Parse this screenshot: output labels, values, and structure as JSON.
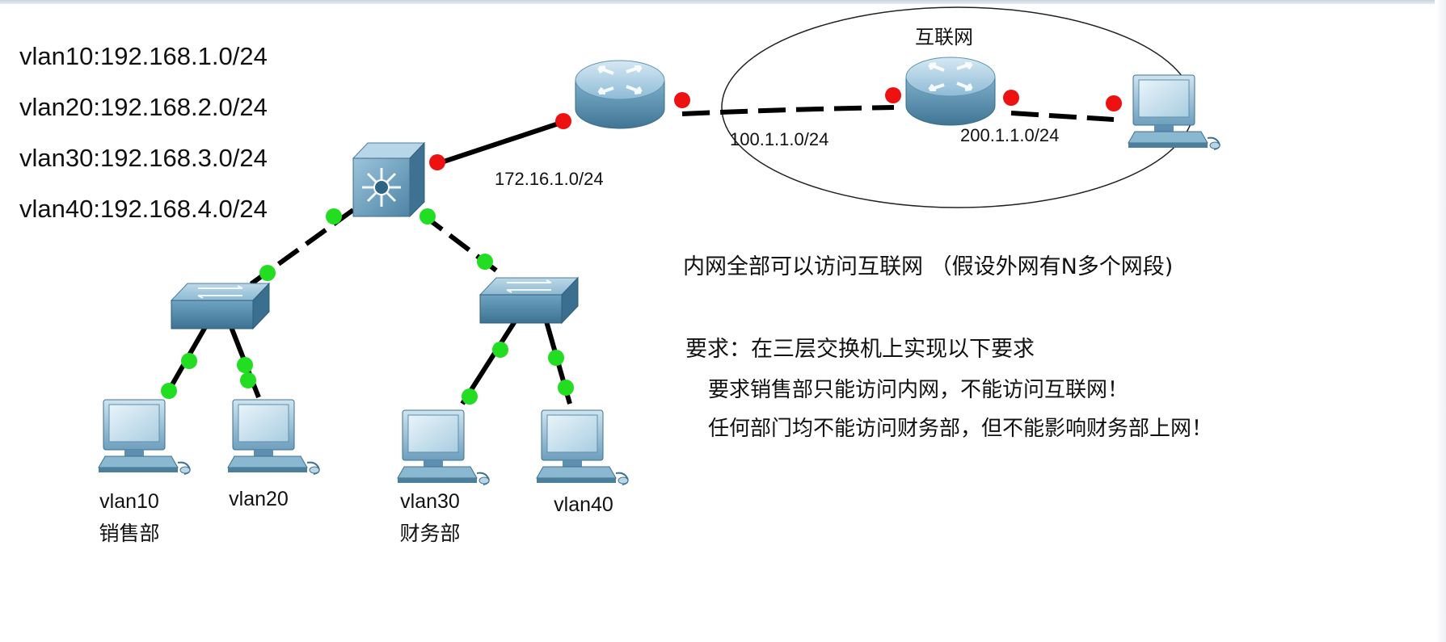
{
  "subnets": [
    "vlan10:192.168.1.0/24",
    "vlan20:192.168.2.0/24",
    "vlan30:192.168.3.0/24",
    "vlan40:192.168.4.0/24"
  ],
  "cloud_label": "互联网",
  "networks": {
    "core_link": "172.16.1.0/24",
    "isp_link": "100.1.1.0/24",
    "remote_link": "200.1.1.0/24"
  },
  "pcs": [
    {
      "vlan": "vlan10",
      "dept": "销售部"
    },
    {
      "vlan": "vlan20",
      "dept": ""
    },
    {
      "vlan": "vlan30",
      "dept": "财务部"
    },
    {
      "vlan": "vlan40",
      "dept": ""
    }
  ],
  "notes": {
    "access": "内网全部可以访问互联网 （假设外网有N多个网段)",
    "requirement_title": "要求：在三层交换机上实现以下要求",
    "requirement_1": "要求销售部只能访问内网，不能访问互联网！",
    "requirement_2": "任何部门均不能访问财务部，但不能影响财务部上网！"
  },
  "colors": {
    "link_up": "#22dd22",
    "link_down": "#ee1111",
    "device_blue": "#7fb3cf",
    "device_dark": "#4a7f9e"
  }
}
